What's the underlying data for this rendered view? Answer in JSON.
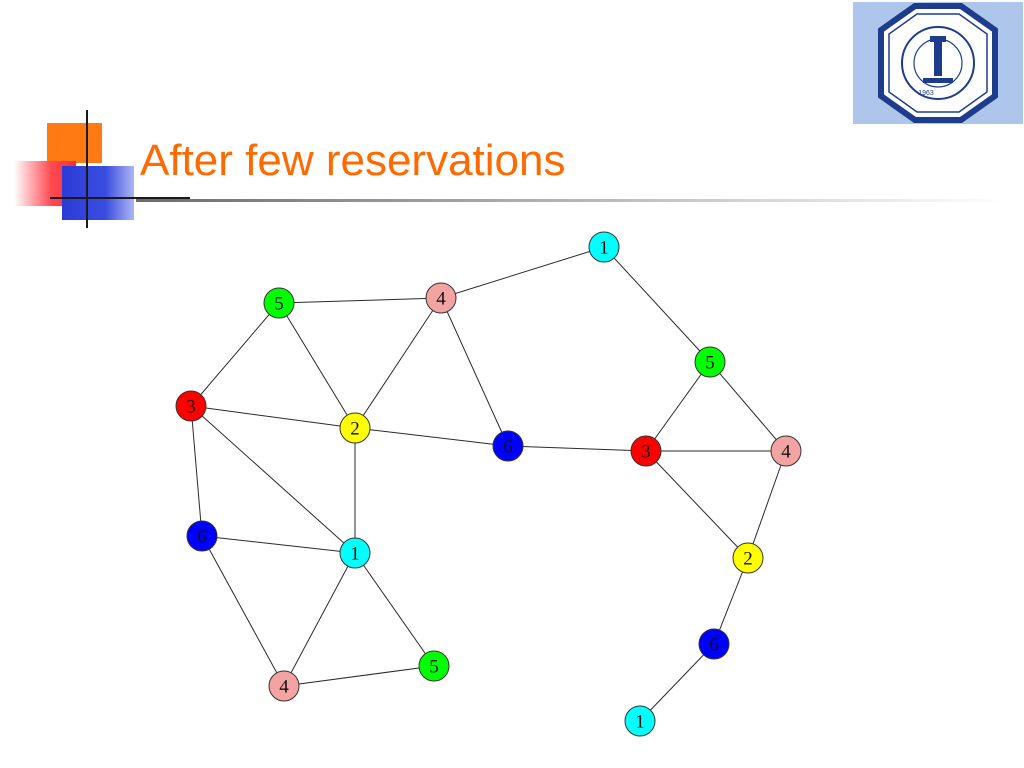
{
  "slide": {
    "title": "After few reservations"
  },
  "logo": {
    "icon": "university-seal-icon",
    "year": "1963"
  },
  "colors": {
    "title": "#ff6a00",
    "node_1": "#00ffff",
    "node_2": "#ffff00",
    "node_3": "#ff0000",
    "node_4": "#f4a3a3",
    "node_5": "#00ff00",
    "node_6": "#0000ff"
  },
  "graph": {
    "nodes": [
      {
        "id": "a1",
        "label": "1",
        "color": "#00ffff"
      },
      {
        "id": "a4",
        "label": "4",
        "color": "#f4a3a3"
      },
      {
        "id": "a5",
        "label": "5",
        "color": "#00ff00"
      },
      {
        "id": "a3",
        "label": "3",
        "color": "#ff0000"
      },
      {
        "id": "a2",
        "label": "2",
        "color": "#ffff00"
      },
      {
        "id": "a6",
        "label": "6",
        "color": "#0000ff"
      },
      {
        "id": "b6",
        "label": "6",
        "color": "#0000ff"
      },
      {
        "id": "b1",
        "label": "1",
        "color": "#00ffff"
      },
      {
        "id": "b5",
        "label": "5",
        "color": "#00ff00"
      },
      {
        "id": "b4",
        "label": "4",
        "color": "#f4a3a3"
      },
      {
        "id": "c5",
        "label": "5",
        "color": "#00ff00"
      },
      {
        "id": "c3",
        "label": "3",
        "color": "#ff0000"
      },
      {
        "id": "c4",
        "label": "4",
        "color": "#f4a3a3"
      },
      {
        "id": "c2",
        "label": "2",
        "color": "#ffff00"
      },
      {
        "id": "c6",
        "label": "6",
        "color": "#0000ff"
      },
      {
        "id": "c1",
        "label": "1",
        "color": "#00ffff"
      }
    ],
    "edges": [
      [
        "a1",
        "a4"
      ],
      [
        "a1",
        "c5"
      ],
      [
        "a4",
        "a5"
      ],
      [
        "a4",
        "a2"
      ],
      [
        "a4",
        "a6"
      ],
      [
        "a5",
        "a3"
      ],
      [
        "a5",
        "a2"
      ],
      [
        "a3",
        "a2"
      ],
      [
        "a3",
        "b6"
      ],
      [
        "a3",
        "b1"
      ],
      [
        "a2",
        "a6"
      ],
      [
        "a2",
        "b1"
      ],
      [
        "a6",
        "c3"
      ],
      [
        "b6",
        "b1"
      ],
      [
        "b6",
        "b4"
      ],
      [
        "b1",
        "b4"
      ],
      [
        "b1",
        "b5"
      ],
      [
        "b4",
        "b5"
      ],
      [
        "c5",
        "c3"
      ],
      [
        "c5",
        "c4"
      ],
      [
        "c3",
        "c4"
      ],
      [
        "c3",
        "c2"
      ],
      [
        "c4",
        "c2"
      ],
      [
        "c2",
        "c6"
      ],
      [
        "c6",
        "c1"
      ]
    ]
  }
}
